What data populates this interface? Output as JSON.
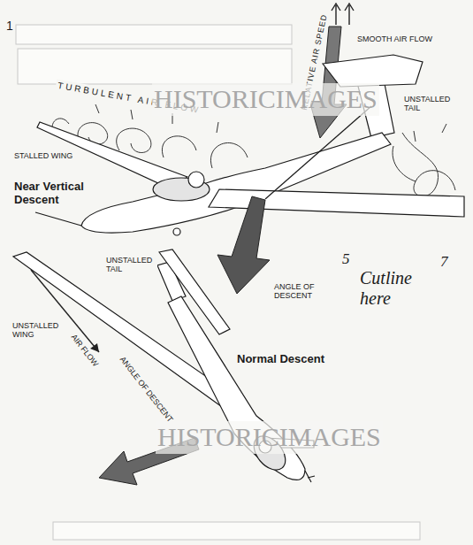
{
  "diagram": {
    "labels": [
      "1",
      "TURBULENT AIR FLOW",
      "STALLED WING",
      "Near Vertical Descent",
      "RELATIVE AIR SPEED",
      "SMOOTH AIR FLOW",
      "UNSTALLED TAIL",
      "UNSTALLED TAIL",
      "ANGLE OF DESCENT",
      "UNSTALLED WING",
      "AIR FLOW",
      "ANGLE OF DESCENT",
      "Normal Descent",
      "5",
      "7",
      "Cutline here",
      "HISTORICIMAGES",
      "HISTORICIMAGES"
    ]
  }
}
